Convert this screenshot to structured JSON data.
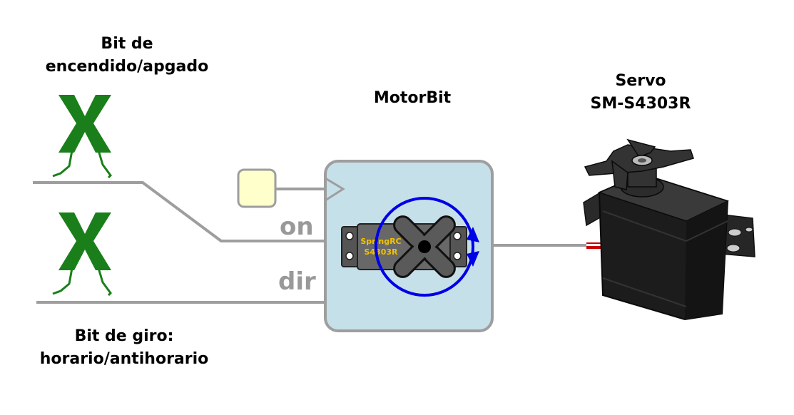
{
  "labels": {
    "on_off_bit": [
      "Bit de",
      "encendido/apgado"
    ],
    "direction_bit": [
      "Bit de giro:",
      "horario/antihorario"
    ],
    "motorbit": "MotorBit",
    "servo": [
      "Servo",
      "SM-S4303R"
    ]
  },
  "ports": {
    "on": "on",
    "dir": "dir"
  },
  "servo_icon": {
    "brand": "SpringRC",
    "model": "S4303R"
  },
  "icons": [
    "walking-x-icon",
    "servo-icon",
    "rotation-arrow-icon",
    "servo-photo"
  ],
  "colors": {
    "wire": "#9e9e9e",
    "bit_green": "#1a7f1a",
    "block_fill": "#c6e0ea",
    "block_border": "#9e9e9e",
    "clock_fill": "#ffffcc",
    "rotation": "#0000e6",
    "servo_label": "#f2c200"
  }
}
